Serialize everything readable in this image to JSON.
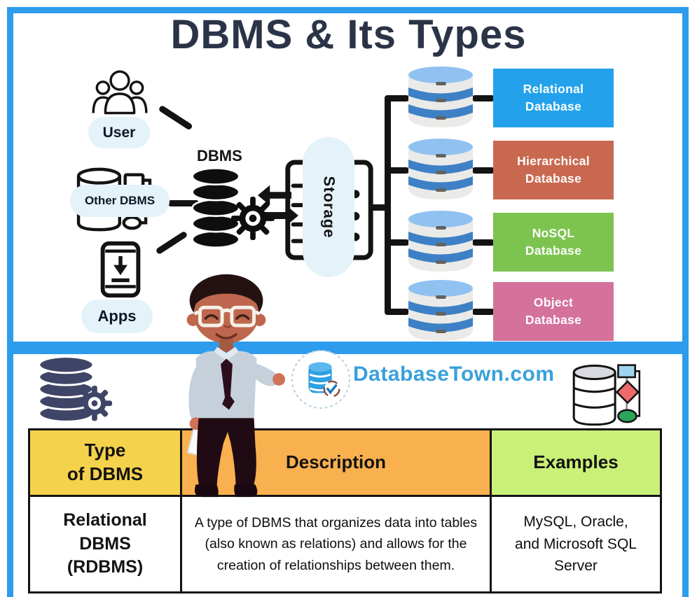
{
  "title": "DBMS & Its Types",
  "colors": {
    "panel_border": "#2E9CEC",
    "title": "#2B3447",
    "pill_bg": "#E4F2FA",
    "brand": "#3AA0DB"
  },
  "diagram": {
    "user_label": "User",
    "other_dbms_label": "Other DBMS",
    "apps_label": "Apps",
    "dbms_label": "DBMS",
    "storage_label": "Storage",
    "types": [
      {
        "label": "Relational\nDatabase",
        "color": "#23A2EB"
      },
      {
        "label": "Hierarchical\nDatabase",
        "color": "#C8694F"
      },
      {
        "label": "NoSQL\nDatabase",
        "color": "#7CC44F"
      },
      {
        "label": "Object\nDatabase",
        "color": "#D5729B"
      }
    ]
  },
  "brand": {
    "name": "DatabaseTown.com"
  },
  "table": {
    "headers": [
      {
        "label": "Type\nof DBMS",
        "color": "#F5D24B"
      },
      {
        "label": "Description",
        "color": "#F9B04F"
      },
      {
        "label": "Examples",
        "color": "#C9F077"
      }
    ],
    "row": {
      "type": "Relational\nDBMS\n(RDBMS)",
      "description": "A type of DBMS that organizes data into tables (also known as relations) and allows for the creation of relationships between them.",
      "examples": "MySQL, Oracle,\nand Microsoft SQL\nServer"
    }
  },
  "icons": {
    "users-icon": "group of people outline",
    "database-stack-icon": "black database cylinder stack",
    "gear-icon": "settings gear",
    "other-dbms-cylinder-icon": "database cylinder outline with linked node",
    "smartphone-download-icon": "phone with download arrow",
    "storage-server-icon": "server rack",
    "arrow-left-icon": "left arrow",
    "arrow-right-icon": "right arrow",
    "db-cylinder-icon": "gray database cylinder with blue bands",
    "database-checkmark-badge-icon": "blue database with check mark in dashed circle",
    "database-gear-icon": "navy database stack with gear",
    "database-flowchart-icon": "database cylinder with flowchart shapes",
    "cartoon-character": "man with glasses presenting"
  }
}
